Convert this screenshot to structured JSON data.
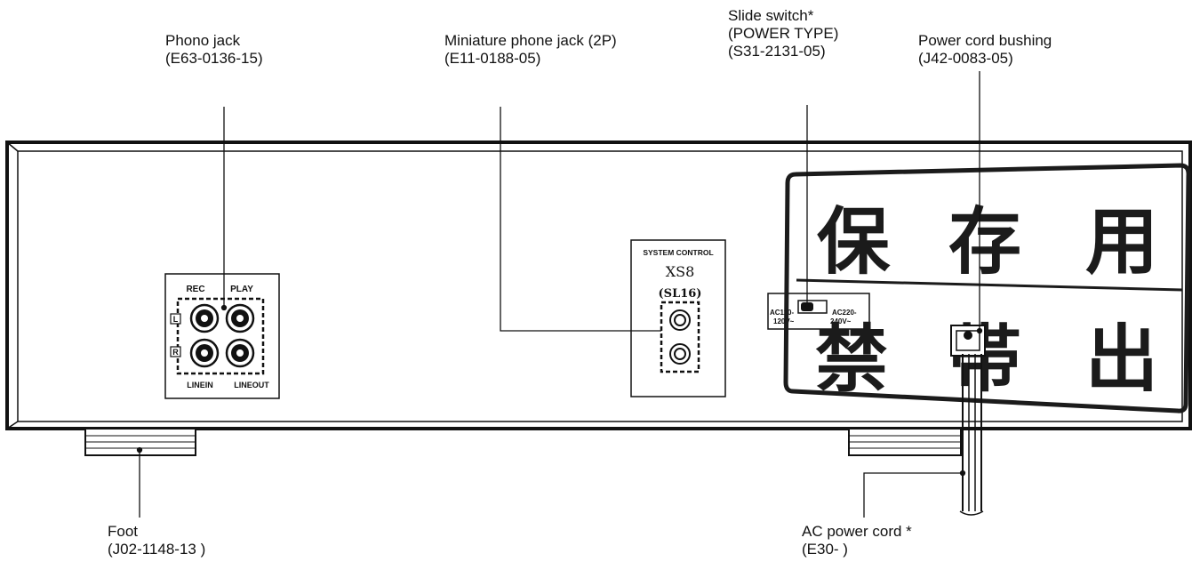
{
  "callouts": {
    "phono_jack": {
      "name": "Phono jack",
      "part": "(E63-0136-15)"
    },
    "mini_phone_jack": {
      "name": "Miniature phone jack (2P)",
      "part": "(E11-0188-05)"
    },
    "slide_switch": {
      "name": "Slide switch*",
      "sub": "(POWER TYPE)",
      "part": "(S31-2131-05)"
    },
    "power_cord_bushing": {
      "name": "Power cord bushing",
      "part": "(J42-0083-05)"
    },
    "foot": {
      "name": "Foot",
      "part": "(J02-1148-13 )"
    },
    "ac_power_cord": {
      "name": "AC power cord *",
      "part": "(E30- )"
    }
  },
  "panel": {
    "rec": "REC",
    "play": "PLAY",
    "l": "L",
    "r": "R",
    "line_in": "LINEIN",
    "line_out": "LINEOUT",
    "system_control": "SYSTEM CONTROL",
    "xs8": "XS8",
    "sl16": "(SL16)",
    "ac_left_1": "AC110-",
    "ac_left_2": "120V~",
    "ac_right_1": "AC220-",
    "ac_right_2": "240V~"
  },
  "stamp": {
    "top": [
      "保",
      "存",
      "用"
    ],
    "bottom": [
      "禁",
      "帯",
      "出"
    ]
  }
}
